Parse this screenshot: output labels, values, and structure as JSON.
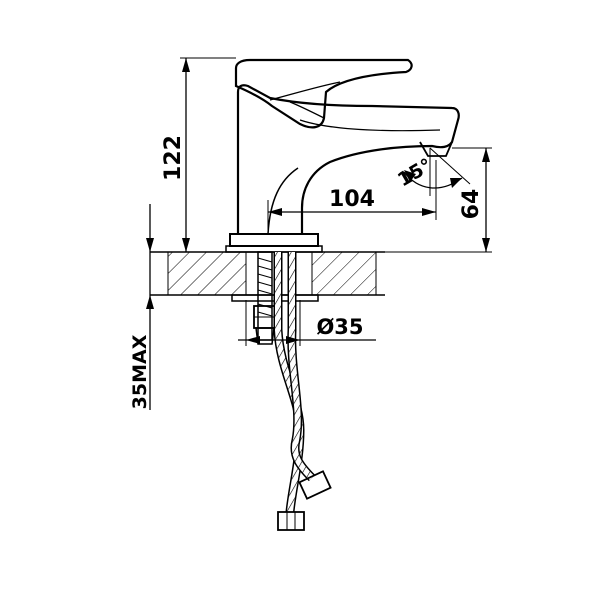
{
  "drawing": {
    "dimensions": {
      "height_total": "122",
      "spout_reach": "104",
      "spout_height": "64",
      "spout_angle": "15°",
      "hole_diameter": "Ø35",
      "deck_thickness": "35MAX"
    }
  }
}
